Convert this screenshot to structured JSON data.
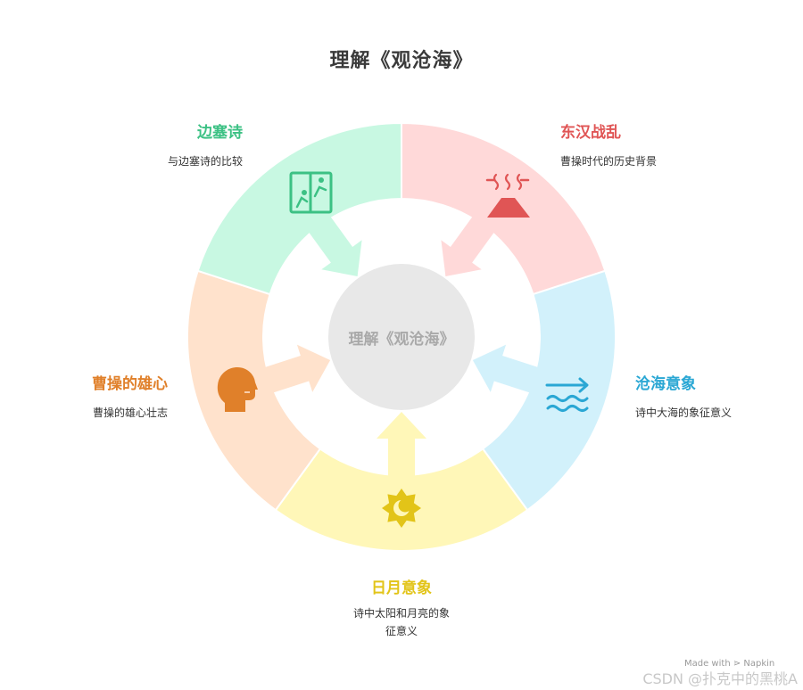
{
  "title": "理解《观沧海》",
  "center": {
    "text": "理解《观沧海》",
    "color": "#e8e8e8"
  },
  "segments": [
    {
      "id": "dong-han",
      "title": "东汉战乱",
      "desc": "曹操时代的历史背景",
      "color": "#ffd9d9",
      "accent": "#e05555",
      "icon": "volcano-icon"
    },
    {
      "id": "canghai",
      "title": "沧海意象",
      "desc": "诗中大海的象征意义",
      "color": "#d2f1fb",
      "accent": "#2aa7d4",
      "icon": "waves-icon"
    },
    {
      "id": "riyue",
      "title": "日月意象",
      "desc_lines": [
        "诗中太阳和月亮的象",
        "征意义"
      ],
      "color": "#fff7b8",
      "accent": "#e2c418",
      "icon": "sun-moon-icon"
    },
    {
      "id": "xiongxin",
      "title": "曹操的雄心",
      "desc": "曹操的雄心壮志",
      "color": "#ffe2cc",
      "accent": "#e0802a",
      "icon": "head-icon"
    },
    {
      "id": "biansai",
      "title": "边塞诗",
      "desc": "与边塞诗的比较",
      "color": "#c8f8e2",
      "accent": "#3cc184",
      "icon": "border-gate-icon"
    }
  ],
  "footer": {
    "made_with": "Made with ⋗ Napkin",
    "watermark": "CSDN @扑克中的黑桃A"
  }
}
